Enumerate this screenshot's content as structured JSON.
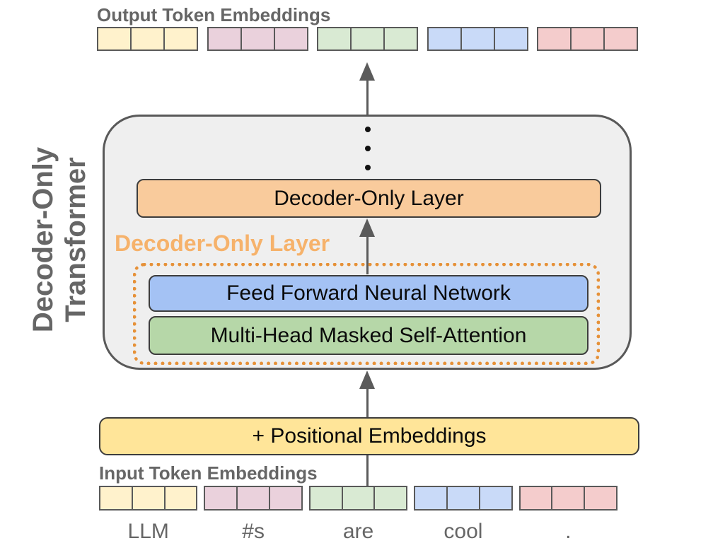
{
  "diagram": {
    "title_line1": "Decoder-Only",
    "title_line2": "Transformer",
    "output_row_label": "Output Token Embeddings",
    "input_row_label": "Input Token Embeddings",
    "decoder_layer_label": "Decoder-Only Layer",
    "decoder_layer_callout_label": "Decoder-Only Layer",
    "ffn_label": "Feed Forward Neural Network",
    "attention_label": "Multi-Head Masked Self-Attention",
    "positional_label": "+ Positional Embeddings"
  },
  "tokens": [
    {
      "word": "LLM",
      "color": "#FFF2CC"
    },
    {
      "word": "#s",
      "color": "#EAD1DC"
    },
    {
      "word": "are",
      "color": "#D9EAD3"
    },
    {
      "word": "cool",
      "color": "#C9DAF8"
    },
    {
      "word": ".",
      "color": "#F4CCCC"
    }
  ],
  "cells_per_token": 3,
  "colors": {
    "container_fill": "#EFEFEF",
    "container_border": "#595959",
    "decoder_layer_fill": "#F9CB9C",
    "ffn_fill": "#A4C2F4",
    "attention_fill": "#B6D7A8",
    "positional_fill": "#FFE599",
    "dotted_border": "#E69138",
    "callout_text": "#F6B26B",
    "gray_text": "#666666",
    "arrow": "#5B5B5B",
    "ellipsis_dot": "#111111"
  }
}
